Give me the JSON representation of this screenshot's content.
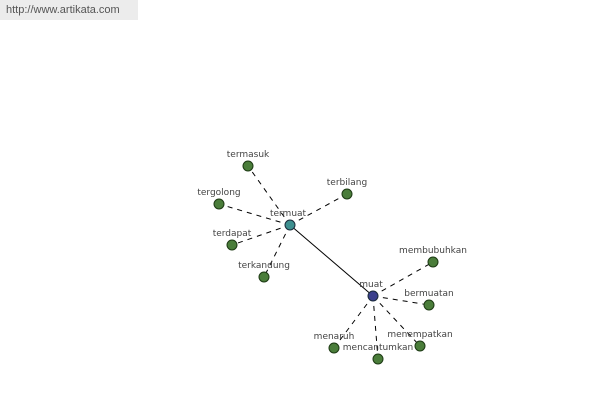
{
  "watermark": "http://www.artikata.com",
  "graph": {
    "hubs": [
      {
        "label": "termuat",
        "color": "#3d8f8f"
      },
      {
        "label": "muat",
        "color": "#3a3f8c"
      }
    ],
    "leaf_color": "#4a7d3a",
    "termuat_neighbors": [
      "termasuk",
      "tergolong",
      "terdapat",
      "terkandung",
      "terbilang"
    ],
    "muat_neighbors": [
      "membubuhkan",
      "bermuatan",
      "menempatkan",
      "mencantumkan",
      "menaruh"
    ]
  }
}
